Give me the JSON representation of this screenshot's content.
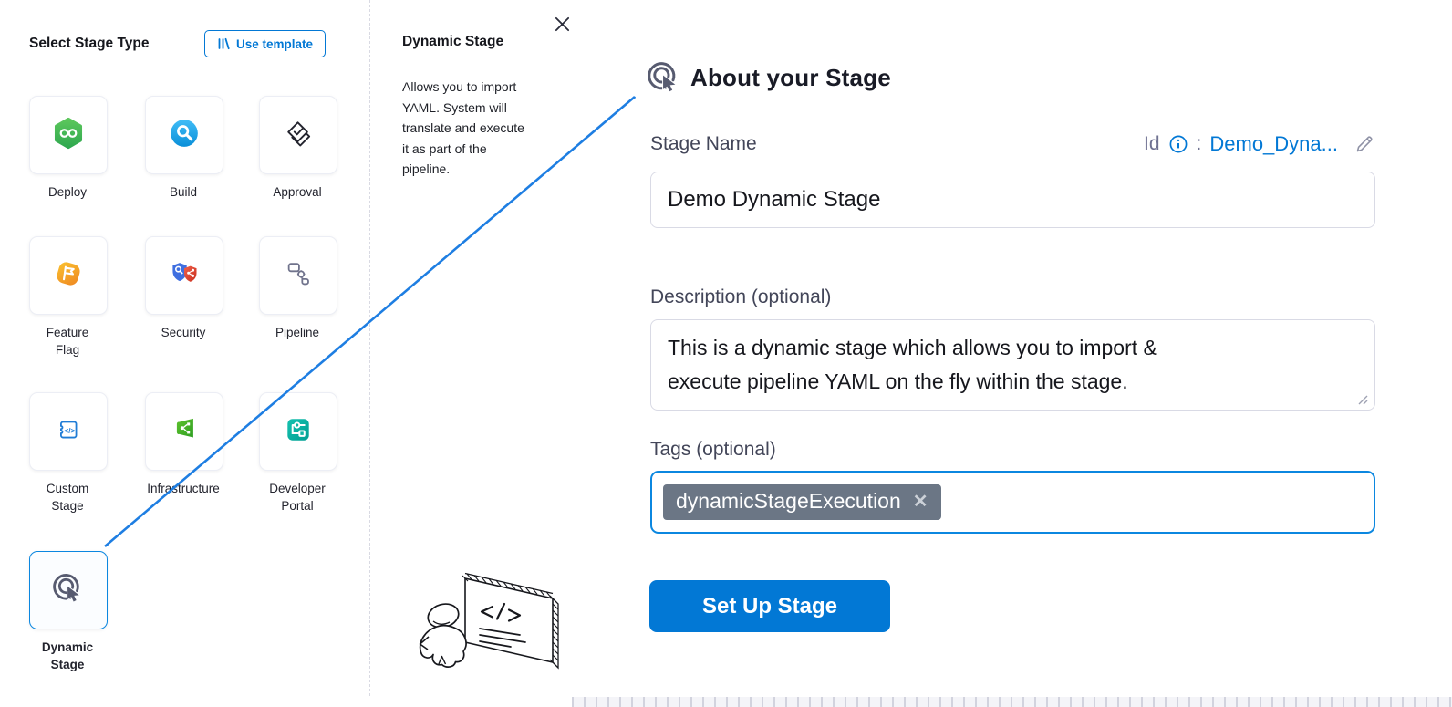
{
  "colors": {
    "primary_blue": "#0278d5",
    "selected_border_blue": "#0b87e0",
    "arrow_blue": "#1e7ee2",
    "tag_chip_gray": "#6b7685",
    "input_border_gray": "#d9dae5"
  },
  "stage_picker": {
    "title": "Select Stage Type",
    "use_template_label": "Use template",
    "stages": [
      {
        "label": "Deploy"
      },
      {
        "label": "Build"
      },
      {
        "label": "Approval"
      },
      {
        "label": "Feature\nFlag"
      },
      {
        "label": "Security"
      },
      {
        "label": "Pipeline"
      },
      {
        "label": "Custom\nStage"
      },
      {
        "label": "Infrastructure"
      },
      {
        "label": "Developer\nPortal"
      },
      {
        "label": "Dynamic\nStage",
        "selected": true
      }
    ]
  },
  "info_panel": {
    "title": "Dynamic Stage",
    "description": "Allows you to import\nYAML. System will\ntranslate and execute\nit as part of the\npipeline."
  },
  "about_form": {
    "title": "About your Stage",
    "stage_name_label": "Stage Name",
    "stage_name_value": "Demo Dynamic Stage",
    "id_label": "Id",
    "id_separator": ":",
    "id_value": "Demo_Dyna...",
    "description_label": "Description (optional)",
    "description_value": "This is a dynamic stage which allows you to import &\nexecute pipeline YAML on the fly within the stage.",
    "tags_label": "Tags (optional)",
    "tags": [
      {
        "text": "dynamicStageExecution",
        "remove_glyph": "✕"
      }
    ],
    "submit_label": "Set Up Stage"
  }
}
